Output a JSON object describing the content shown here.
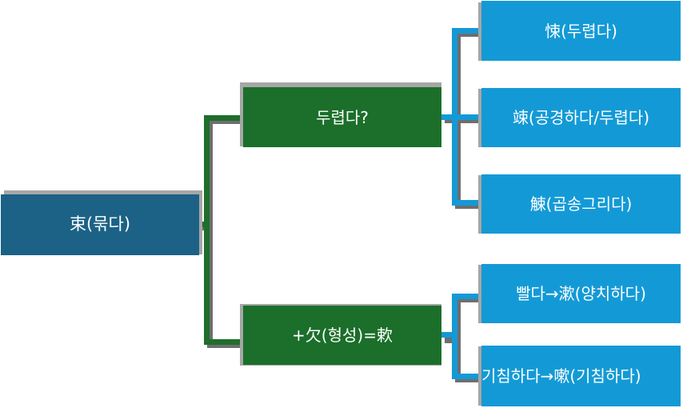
{
  "diagram": {
    "type": "hierarchy-tree",
    "title": "",
    "colors": {
      "root_fill": "#1b6286",
      "branch_fill": "#1b6f2a",
      "leaf_fill": "#139ad6",
      "branch_connector": "#1f6e2c",
      "leaf_connector": "#1399d6",
      "shadow": "#a6a6a6",
      "text": "#ffffff",
      "background": "#ffffff"
    },
    "root": {
      "label": "束(묶다)"
    },
    "branches": [
      {
        "label": "두렵다?",
        "leaves": [
          {
            "label": "悚(두렵다)"
          },
          {
            "label": "竦(공경하다/두렵다)"
          },
          {
            "label": "觫(곱송그리다)"
          }
        ]
      },
      {
        "label": "+欠(형성)=欶",
        "leaves": [
          {
            "label": "빨다→漱(양치하다)"
          },
          {
            "label": "기침하다→嗽(기침하다)"
          }
        ]
      }
    ]
  }
}
